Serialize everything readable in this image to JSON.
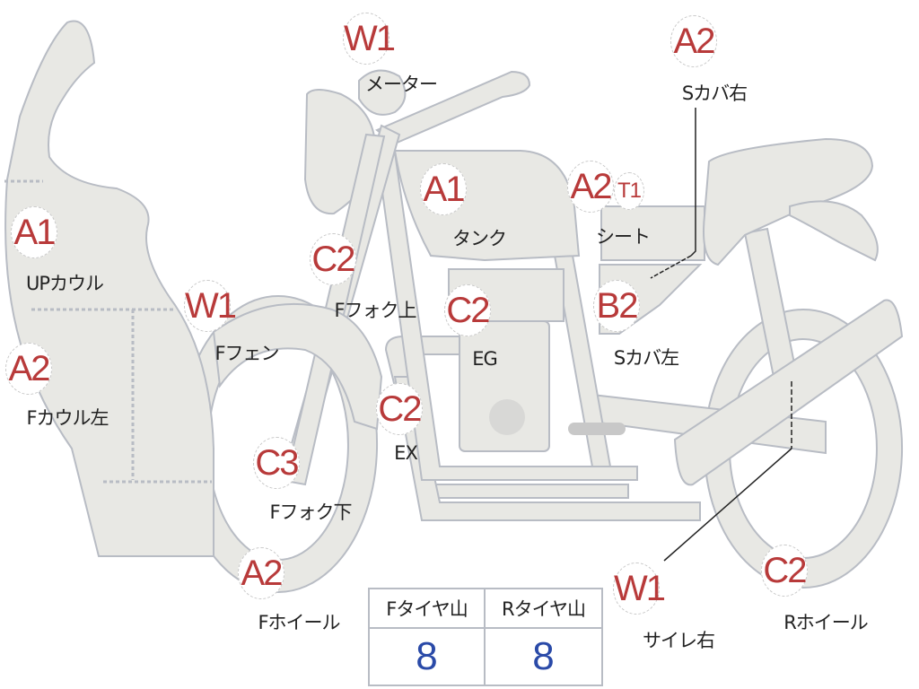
{
  "colors": {
    "grade": "#b83a3a",
    "part_fill": "#e8e8e4",
    "part_stroke": "#b8bcc4",
    "value": "#2a4aa8"
  },
  "parts": [
    {
      "grade": "W1",
      "label": "メーター"
    },
    {
      "grade": "A2",
      "label": "Sカバ右"
    },
    {
      "grade": "A1",
      "label": "タンク"
    },
    {
      "grade": "A2",
      "extra_grade": "T1",
      "label": "シート"
    },
    {
      "grade": "A1",
      "label": "UPカウル"
    },
    {
      "grade": "C2",
      "label": "Fフォク上"
    },
    {
      "grade": "W1",
      "label": "Fフェン"
    },
    {
      "grade": "C2",
      "label": "EG"
    },
    {
      "grade": "B2",
      "label": "Sカバ左"
    },
    {
      "grade": "A2",
      "label": "Fカウル左"
    },
    {
      "grade": "C2",
      "label": "EX"
    },
    {
      "grade": "C3",
      "label": "Fフォク下"
    },
    {
      "grade": "A2",
      "label": "Fホイール"
    },
    {
      "grade": "W1",
      "label": "サイレ右"
    },
    {
      "grade": "C2",
      "label": "Rホイール"
    }
  ],
  "tire_table": {
    "headers": [
      "Fタイヤ山",
      "Rタイヤ山"
    ],
    "values": [
      "8",
      "8"
    ]
  }
}
